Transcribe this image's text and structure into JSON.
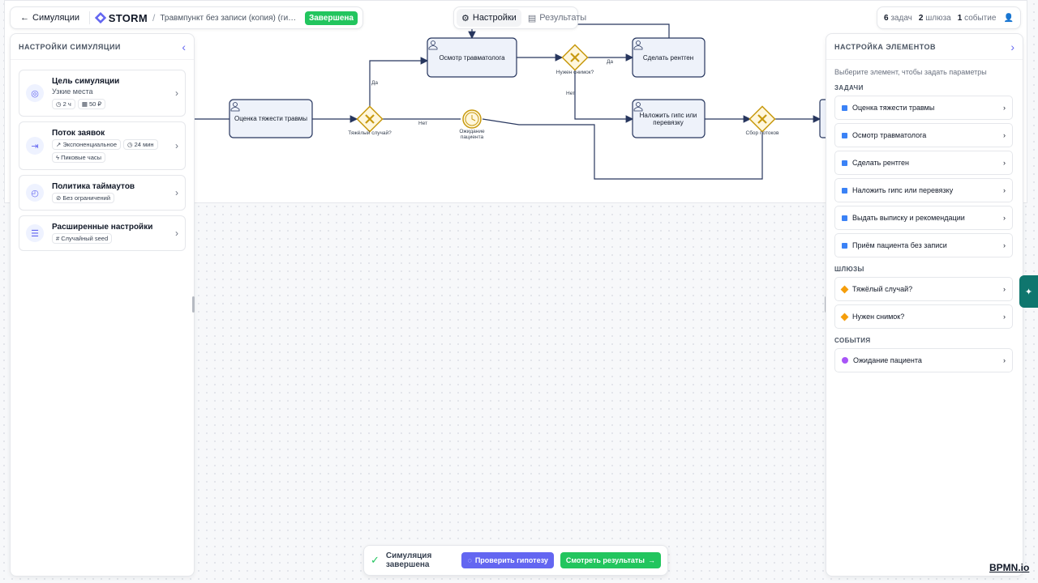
{
  "topbar": {
    "back_label": "Симуляции",
    "logo_text": "STORM",
    "breadcrumb_sep": "/",
    "breadcrumb": "Травмпункт без записи (копия) (гипотеза) (гип...",
    "status": "Завершена"
  },
  "tabs": [
    {
      "label": "Настройки",
      "icon": "gear-icon",
      "active": true
    },
    {
      "label": "Результаты",
      "icon": "bar-chart-icon",
      "active": false
    }
  ],
  "counts": {
    "tasks_num": "6",
    "tasks_label": "задач",
    "gateways_num": "2",
    "gateways_label": "шлюза",
    "events_num": "1",
    "events_label": "событие"
  },
  "left_panel": {
    "title": "НАСТРОЙКИ СИМУЛЯЦИИ",
    "cards": [
      {
        "title": "Цель симуляции",
        "subtitle": "Узкие места",
        "icon": "target-icon",
        "chips": [
          "2 ч",
          "50 ₽"
        ]
      },
      {
        "title": "Поток заявок",
        "subtitle": "",
        "icon": "login-icon",
        "chips": [
          "Экспоненциальное",
          "24 мин",
          "Пиковые часы"
        ]
      },
      {
        "title": "Политика таймаутов",
        "subtitle": "",
        "icon": "timer-icon",
        "chips": [
          "Без ограничений"
        ]
      },
      {
        "title": "Расширенные настройки",
        "subtitle": "",
        "icon": "sliders-icon",
        "chips": [
          "Случайный seed"
        ]
      }
    ]
  },
  "right_panel": {
    "title": "НАСТРОЙКА ЭЛЕМЕНТОВ",
    "hint": "Выберите элемент, чтобы задать параметры",
    "tasks_label": "ЗАДАЧИ",
    "tasks": [
      "Оценка тяжести травмы",
      "Осмотр травматолога",
      "Сделать рентген",
      "Наложить гипс или перевязку",
      "Выдать выписку и рекомендации",
      "Приём пациента без записи"
    ],
    "gateways_label": "ШЛЮЗЫ",
    "gateways": [
      "Тяжёлый случай?",
      "Нужен снимок?"
    ],
    "events_label": "СОБЫТИЯ",
    "events": [
      "Ожидание пациента"
    ]
  },
  "diagram": {
    "tasks": [
      "Оценка тяжести травмы",
      "Осмотр травматолога",
      "Сделать рентген",
      "Наложить гипс или",
      "перевязку"
    ],
    "gateways": [
      "Тяжёлый случай?",
      "Нужен снимок?",
      "Сбор потоков"
    ],
    "event_line1": "Ожидание",
    "event_line2": "пациента",
    "flow_labels": [
      "Да",
      "Нет",
      "Да",
      "Нет"
    ]
  },
  "bottom": {
    "done_text": "Симуляция завершена",
    "check_label": "Проверить гипотезу",
    "results_label": "Смотреть результаты"
  },
  "watermark": "BPMN.io",
  "colors": {
    "accent": "#6366f1",
    "success": "#22c55e",
    "task_fill": "#eef2fa",
    "task_stroke": "#27365e",
    "gateway": "#e8b923"
  }
}
